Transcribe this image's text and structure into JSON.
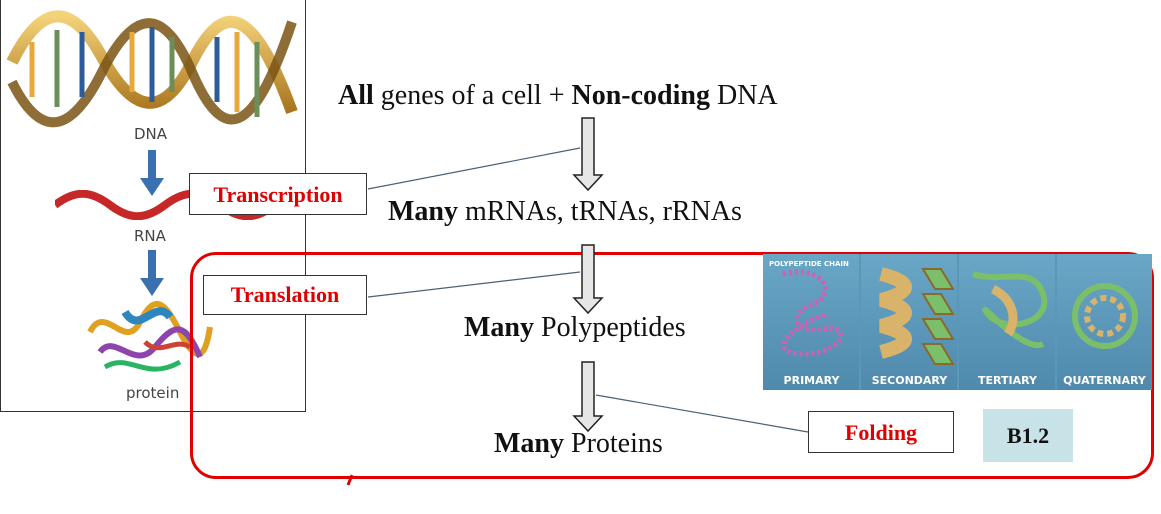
{
  "left_panel": {
    "dna_label": "DNA",
    "rna_label": "RNA",
    "protein_label": "protein"
  },
  "flow": {
    "line1": {
      "bold": "All",
      "mid": " genes of a cell + ",
      "bold2": "Non-coding",
      "end": " DNA"
    },
    "line2": {
      "bold": "Many",
      "rest": " mRNAs, tRNAs, rRNAs"
    },
    "line3": {
      "bold": "Many",
      "rest": " Polypeptides"
    },
    "line4": {
      "bold": "Many",
      "rest": " Proteins"
    }
  },
  "tags": {
    "transcription": "Transcription",
    "translation": "Translation",
    "folding": "Folding",
    "code": "B1.2"
  },
  "structures": {
    "chain_title": "POLYPEPTIDE CHAIN",
    "labels": [
      "PRIMARY",
      "SECONDARY",
      "TERTIARY",
      "QUATERNARY"
    ]
  },
  "colors": {
    "accent_red": "#e00000",
    "code_box": "#c7e3e8",
    "struct_bg": "#5b97b8"
  }
}
